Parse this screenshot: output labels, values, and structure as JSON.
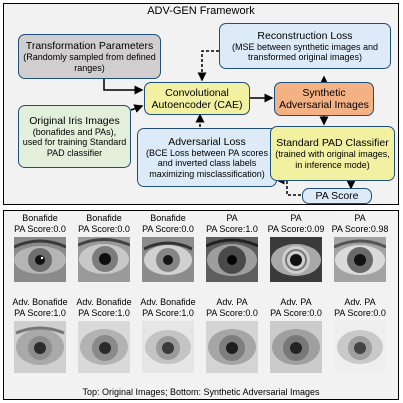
{
  "framework": {
    "title": "ADV-GEN Framework",
    "boxes": {
      "transform": {
        "title": "Transformation Parameters",
        "sub": "(Randomly sampled from defined ranges)"
      },
      "recon": {
        "title": "Reconstruction Loss",
        "sub": "(MSE between synthetic images and transformed original images)"
      },
      "cae": {
        "title": "Convolutional Autoencoder (CAE)"
      },
      "synthetic": {
        "title": "Synthetic Adversarial Images"
      },
      "original": {
        "title": "Original Iris Images",
        "sub": "(bonafides and PAs), used for training Standard PAD classifier"
      },
      "adv_loss": {
        "title": "Adversarial Loss",
        "sub": "(BCE Loss between PA scores and inverted class labels maximizing misclassification)"
      },
      "pad": {
        "title": "Standard PAD Classifier",
        "sub": "(trained with original images, in inference mode)"
      },
      "pa_score": {
        "title": "PA Score"
      }
    }
  },
  "samples": {
    "top_row": [
      {
        "class": "Bonafide",
        "score": "PA Score:0.0"
      },
      {
        "class": "Bonafide",
        "score": "PA Score:0.0"
      },
      {
        "class": "Bonafide",
        "score": "PA Score:0.0"
      },
      {
        "class": "PA",
        "score": "PA Score:1.0"
      },
      {
        "class": "PA",
        "score": "PA Score:0.09"
      },
      {
        "class": "PA",
        "score": "PA Score:0.98"
      }
    ],
    "bottom_row": [
      {
        "class": "Adv. Bonafide",
        "score": "PA Score:1.0"
      },
      {
        "class": "Adv. Bonafide",
        "score": "PA Score:1.0"
      },
      {
        "class": "Adv. Bonafide",
        "score": "PA Score:1.0"
      },
      {
        "class": "Adv. PA",
        "score": "PA Score:0.0"
      },
      {
        "class": "Adv. PA",
        "score": "PA Score:0.0"
      },
      {
        "class": "Adv. PA",
        "score": "PA Score:0.0"
      }
    ],
    "caption": "Top: Original Images; Bottom: Synthetic Adversarial Images"
  }
}
